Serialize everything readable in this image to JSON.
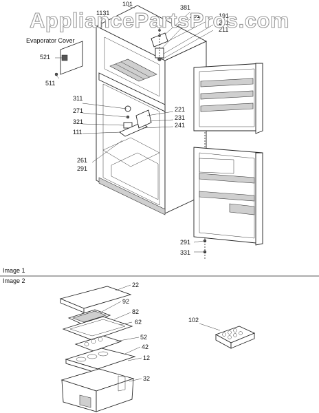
{
  "watermark": "AppliancePartsPros.com",
  "sections": {
    "image1": "Image 1",
    "image2": "Image 2"
  },
  "callouts": {
    "evaporator_cover": "Evaporator Cover",
    "p101_top": "101",
    "p1131": "1131",
    "p381": "381",
    "p201": "201",
    "p191": "191",
    "p221_top": "221",
    "p211": "211",
    "p521": "521",
    "p511": "511",
    "p311": "311",
    "p271": "271",
    "p321": "321",
    "p111": "111",
    "p221": "221",
    "p231": "231",
    "p241": "241",
    "p261": "261",
    "p291_left": "291",
    "p291_right": "291",
    "p331": "331",
    "p22": "22",
    "p92": "92",
    "p82": "82",
    "p62": "62",
    "p52": "52",
    "p42": "42",
    "p12": "12",
    "p32": "32",
    "p102": "102"
  }
}
